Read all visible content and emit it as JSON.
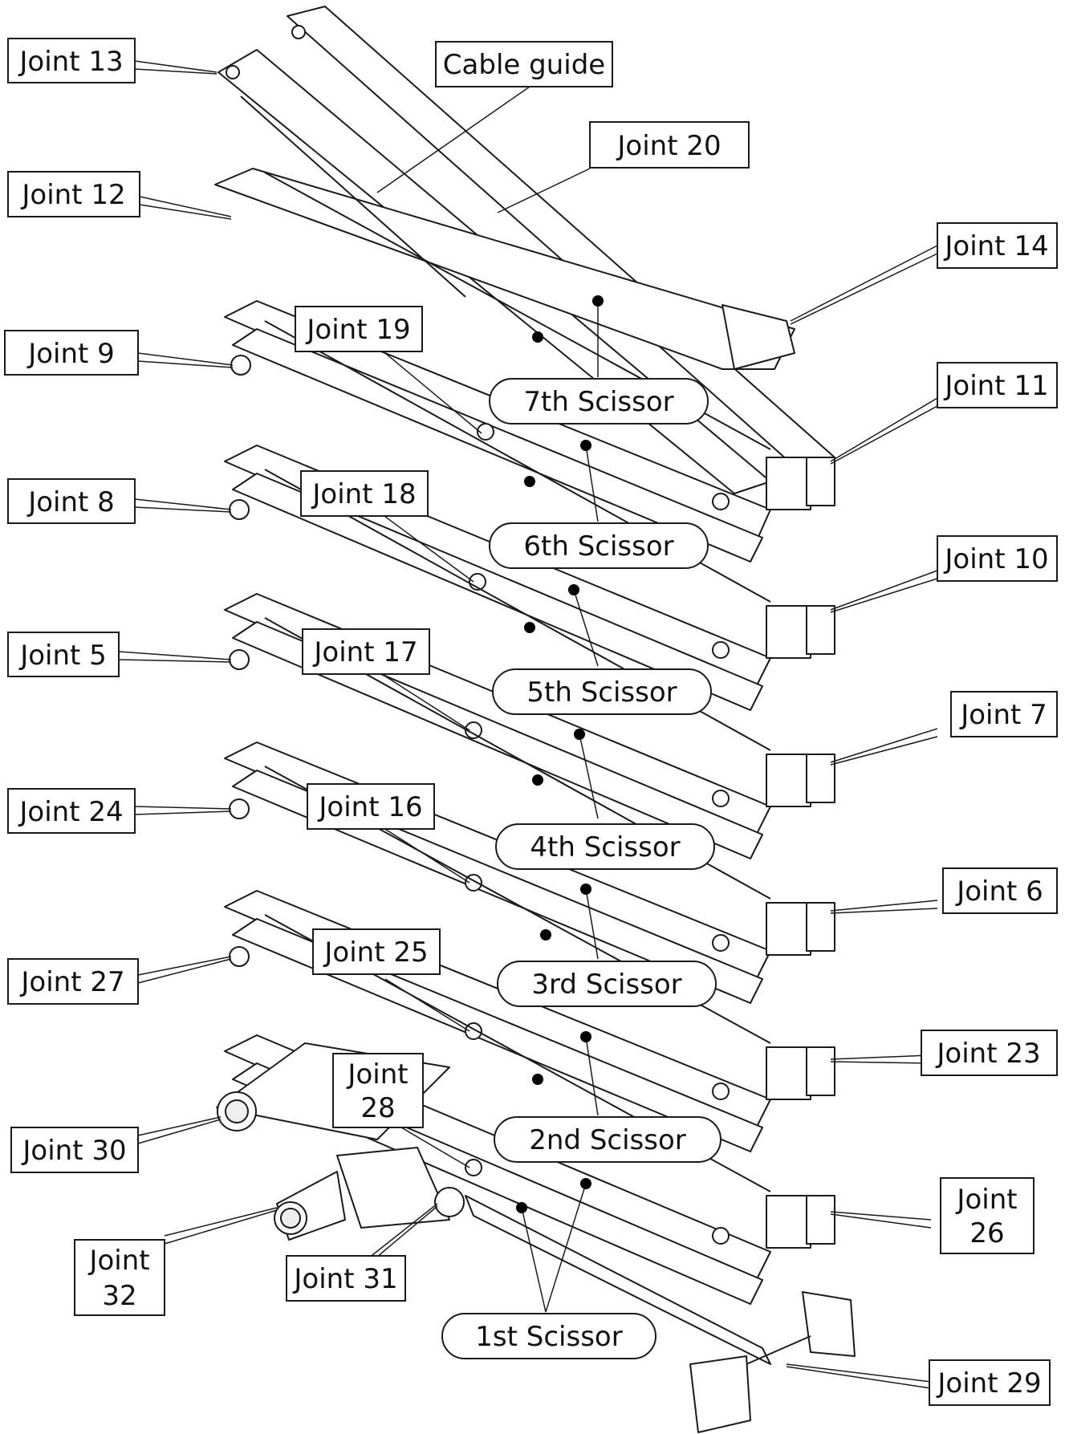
{
  "labels": {
    "joint13": "Joint 13",
    "cable_guide": "Cable guide",
    "joint20": "Joint 20",
    "joint12": "Joint 12",
    "joint14": "Joint 14",
    "joint9": "Joint 9",
    "joint19": "Joint 19",
    "joint11": "Joint 11",
    "joint8": "Joint 8",
    "joint18": "Joint 18",
    "joint10": "Joint 10",
    "joint5": "Joint 5",
    "joint17": "Joint 17",
    "joint7": "Joint 7",
    "joint24": "Joint 24",
    "joint16": "Joint 16",
    "joint6": "Joint 6",
    "joint27": "Joint 27",
    "joint25": "Joint 25",
    "joint23": "Joint 23",
    "joint28_line1": "Joint",
    "joint28_line2": "28",
    "joint30": "Joint 30",
    "joint26_line1": "Joint",
    "joint26_line2": "26",
    "joint32_line1": "Joint",
    "joint32_line2": "32",
    "joint31": "Joint 31",
    "joint29": "Joint 29"
  },
  "scissors": {
    "s7": "7th Scissor",
    "s6": "6th Scissor",
    "s5": "5th Scissor",
    "s4": "4th Scissor",
    "s3": "3rd Scissor",
    "s2": "2nd Scissor",
    "s1": "1st Scissor"
  },
  "colors": {
    "line": "#1a1a1a",
    "fill": "#ffffff",
    "shade": "#eeeeee"
  }
}
